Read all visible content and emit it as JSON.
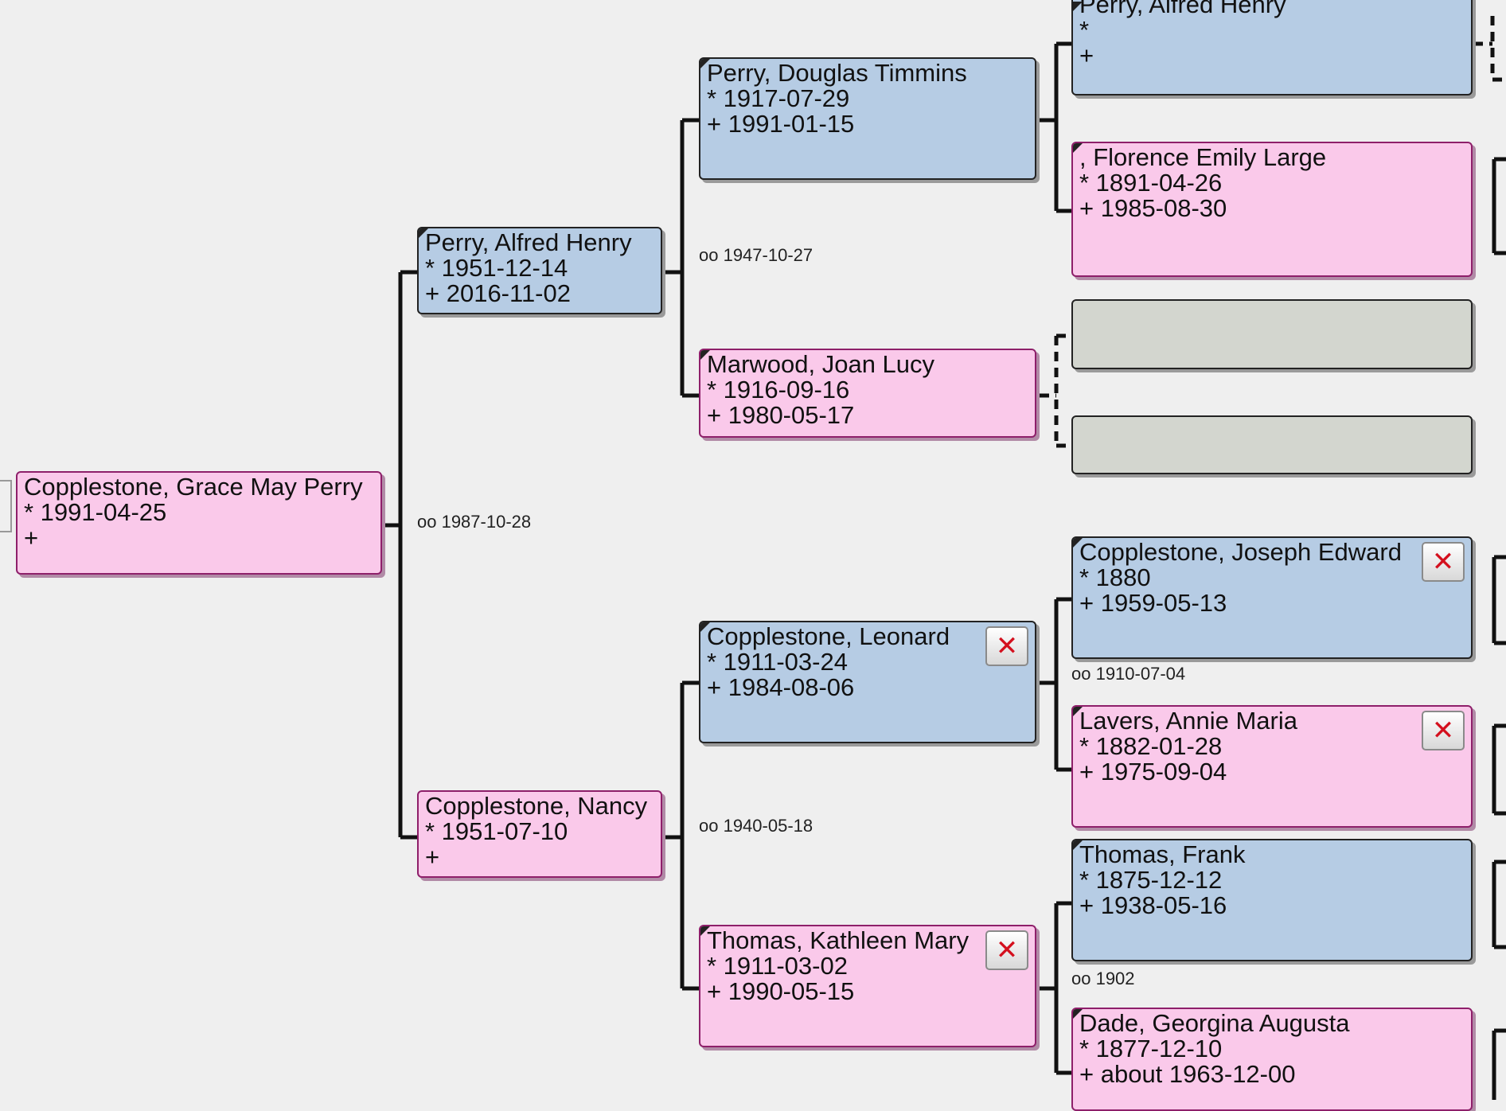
{
  "people": {
    "root": {
      "name": "Copplestone, Grace May Perry",
      "birth": "* 1991-04-25",
      "death": "+"
    },
    "father": {
      "name": "Perry, Alfred Henry",
      "birth": "* 1951-12-14",
      "death": "+ 2016-11-02"
    },
    "mother": {
      "name": "Copplestone, Nancy",
      "birth": "* 1951-07-10",
      "death": "+"
    },
    "pgf": {
      "name": "Perry, Douglas Timmins",
      "birth": "* 1917-07-29",
      "death": "+ 1991-01-15"
    },
    "pgm": {
      "name": "Marwood, Joan Lucy",
      "birth": "* 1916-09-16",
      "death": "+ 1980-05-17"
    },
    "mgf": {
      "name": "Copplestone, Leonard",
      "birth": "* 1911-03-24",
      "death": "+ 1984-08-06"
    },
    "mgm": {
      "name": "Thomas, Kathleen Mary",
      "birth": "* 1911-03-02",
      "death": "+ 1990-05-15"
    },
    "g1": {
      "name": "Perry, Alfred Henry",
      "birth": "*",
      "death": "+"
    },
    "g2": {
      "name": ", Florence Emily Large",
      "birth": "* 1891-04-26",
      "death": "+ 1985-08-30"
    },
    "g5": {
      "name": "Copplestone, Joseph Edward",
      "birth": "* 1880",
      "death": "+ 1959-05-13"
    },
    "g6": {
      "name": "Lavers, Annie Maria",
      "birth": "* 1882-01-28",
      "death": "+ 1975-09-04"
    },
    "g7": {
      "name": "Thomas, Frank",
      "birth": "* 1875-12-12",
      "death": "+ 1938-05-16"
    },
    "g8": {
      "name": "Dade, Georgina Augusta",
      "birth": "* 1877-12-10",
      "death": "+ about 1963-12-00"
    }
  },
  "marriages": {
    "parents": "oo 1987-10-28",
    "paternal": "oo 1947-10-27",
    "maternal": "oo 1940-05-18",
    "copplestone": "oo 1910-07-04",
    "thomas": "oo 1902"
  },
  "remove_button_symbol": "✕",
  "colors": {
    "male": "#b6cce4",
    "female": "#fac9ea",
    "empty": "#d3d6cf",
    "background": "#efefef",
    "remove_x": "#d4101e"
  }
}
